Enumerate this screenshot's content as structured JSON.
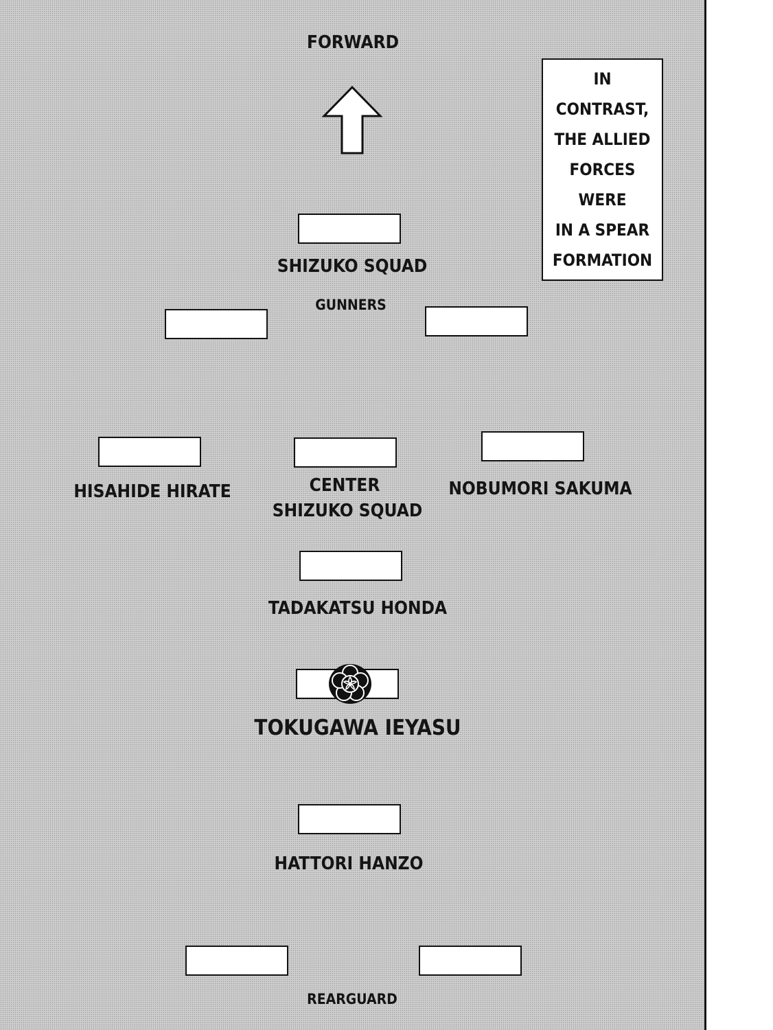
{
  "direction_label": "FORWARD",
  "note_lines": [
    "IN CONTRAST,",
    "THE ALLIED",
    "FORCES WERE",
    "IN A SPEAR",
    "FORMATION"
  ],
  "units": {
    "vanguard": "SHIZUKO SQUAD",
    "gunners": "GUNNERS",
    "left": "HISAHIDE HIRATE",
    "center_1": "CENTER",
    "center_2": "SHIZUKO SQUAD",
    "right": "NOBUMORI SAKUMA",
    "tadakatsu": "TADAKATSU HONDA",
    "commander": "TOKUGAWA IEYASU",
    "hanzo": "HATTORI HANZO",
    "rearguard": "REARGUARD"
  },
  "icons": {
    "direction": "up-arrow-icon",
    "crest": "family-crest-icon"
  },
  "colors": {
    "screentone": "#cfcfcf",
    "ink": "#141414",
    "box": "#ffffff"
  }
}
